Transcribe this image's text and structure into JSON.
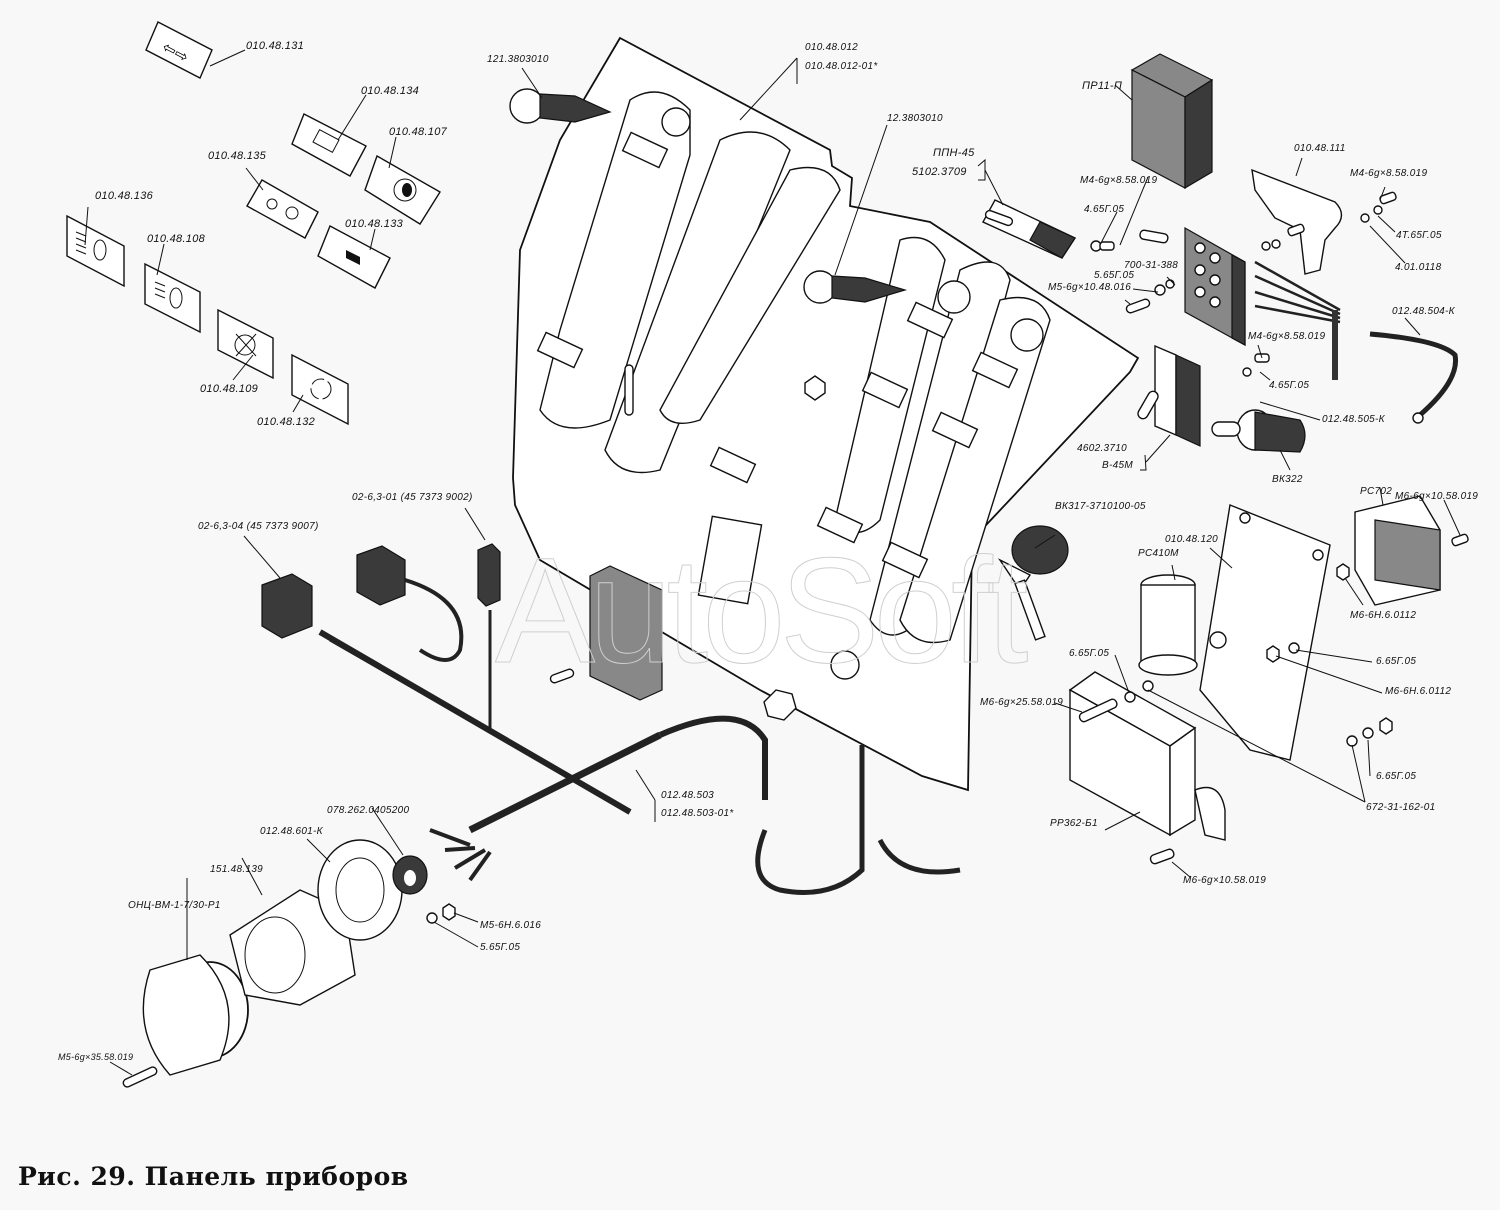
{
  "figure": {
    "caption": "Рис. 29. Панель приборов",
    "watermark": "AutoSoft"
  },
  "labels": {
    "l010_48_131": "010.48.131",
    "l010_48_134": "010.48.134",
    "l010_48_107": "010.48.107",
    "l010_48_135": "010.48.135",
    "l010_48_133": "010.48.133",
    "l010_48_136": "010.48.136",
    "l010_48_108": "010.48.108",
    "l010_48_109": "010.48.109",
    "l010_48_132": "010.48.132",
    "l121_3803010": "121.3803010",
    "l010_48_012": "010.48.012",
    "l010_48_012_01": "010.48.012-01*",
    "l12_3803010": "12.3803010",
    "lppn45": "ППН-45",
    "l5102_3709": "5102.3709",
    "lpr11p": "ПР11-П",
    "lm4_bolt_a": "М4-6g×8.58.019",
    "l4_65g05_a": "4.65Г.05",
    "l700_31_388": "700-31-388",
    "l5_65g05_a": "5.65Г.05",
    "lm5_bolt_a": "М5-6g×10.48.016",
    "l010_48_111": "010.48.111",
    "lm4_bolt_b": "М4-6g×8.58.019",
    "l4t_65g05": "4Т.65Г.05",
    "l4_01_0118": "4.01.0118",
    "l012_48_504k": "012.48.504-К",
    "lm4_bolt_c": "М4-6g×8.58.019",
    "l4_65g05_b": "4.65Г.05",
    "l012_48_505k": "012.48.505-К",
    "l4602_3710": "4602.3710",
    "lb45m": "В-45М",
    "lbk322": "ВК322",
    "lbk317": "ВК317-3710100-05",
    "lrc702": "РС702",
    "lm6_bolt_a": "М6-6g×10.58.019",
    "l010_48_120": "010.48.120",
    "lrc410m": "РС410М",
    "lm6_nut_a": "М6-6Н.6.0112",
    "l6_65g05_a": "6.65Г.05",
    "l6_65g05_b": "6.65Г.05",
    "lm6_nut_b": "М6-6Н.6.0112",
    "lm6_bolt_b": "М6-6g×25.58.019",
    "l6_65g05_c": "6.65Г.05",
    "l672_31_162": "672-31-162-01",
    "lpp362": "РР362-Б1",
    "lm6_bolt_c": "М6-6g×10.58.019",
    "l02_63_01": "02-6,3-01 (45 7373 9002)",
    "l02_63_04": "02-6,3-04 (45 7373 9007)",
    "l012_48_503": "012.48.503",
    "l012_48_503_01": "012.48.503-01*",
    "l078_262": "078.262.0405200",
    "l012_48_601k": "012.48.601-К",
    "l151_48_139": "151.48.139",
    "lonc": "ОНЦ-ВМ-1-7/30-Р1",
    "lm5_nut": "М5-6Н.6.016",
    "l5_65g05_b": "5.65Г.05",
    "lm5_bolt_b": "М5-6g×35.58.019"
  }
}
